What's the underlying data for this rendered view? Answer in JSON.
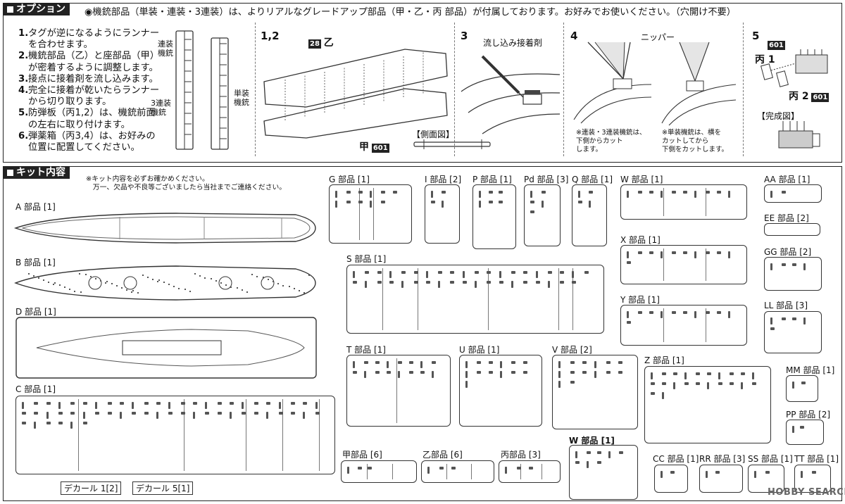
{
  "option": {
    "title": "オプション",
    "note": "◉機銃部品（単装・連装・3連装）は、よりリアルなグレードアップ部品（甲・乙・丙 部品）が付属しております。お好みでお使いください。（穴開け不要）",
    "steps": [
      {
        "n": "1.",
        "text": "タグが逆になるようにランナー"
      },
      {
        "n": "",
        "text": "を合わせます。"
      },
      {
        "n": "2.",
        "text": "機銃部品（乙）と座部品（甲）"
      },
      {
        "n": "",
        "text": "が密着するように調整します。"
      },
      {
        "n": "3.",
        "text": "接点に接着剤を流し込みます。"
      },
      {
        "n": "4.",
        "text": "完全に接着が乾いたらランナー"
      },
      {
        "n": "",
        "text": "から切り取ります。"
      },
      {
        "n": "5.",
        "text": "防弾板（丙1,2）は、機銃前面"
      },
      {
        "n": "",
        "text": "の左右に取り付けます。"
      },
      {
        "n": "6.",
        "text": "弾薬箱（丙3,4）は、お好みの"
      },
      {
        "n": "",
        "text": "位置に配置してください。"
      }
    ],
    "labels": {
      "rensou": "連装\n機銃",
      "sanrensou": "3連装\n機銃",
      "tansou": "単装\n機銃",
      "step12": "1,2",
      "code28": "28",
      "otsu": "乙",
      "kou": "甲",
      "code601": "601",
      "side_view": "【側面図】",
      "step3": "3",
      "glue": "流し込み接着剤",
      "step4": "4",
      "nipper": "ニッパー",
      "note4a": "※連装・3連装機銃は、\n下側からカット\nします。",
      "note4b": "※単装機銃は、横を\nカットしてから\n下側をカットします。",
      "step5": "5",
      "hei1": "丙 1",
      "hei2": "丙 2",
      "completed": "【完成図】"
    }
  },
  "kit": {
    "title": "キット内容",
    "note": "※キット内容を必ずお確かめください。\n　万一、欠品や不良等ございましたら当社までご連絡ください。",
    "parts": [
      {
        "id": "A",
        "label": "A 部品 [1]"
      },
      {
        "id": "B",
        "label": "B 部品 [1]"
      },
      {
        "id": "D",
        "label": "D 部品 [1]"
      },
      {
        "id": "C",
        "label": "C 部品 [1]"
      },
      {
        "id": "G",
        "label": "G 部品 [1]"
      },
      {
        "id": "I",
        "label": "I 部品 [2]"
      },
      {
        "id": "P",
        "label": "P 部品 [1]"
      },
      {
        "id": "Pd",
        "label": "Pd 部品 [3]"
      },
      {
        "id": "Q",
        "label": "Q 部品 [1]"
      },
      {
        "id": "W",
        "label": "W 部品 [1]"
      },
      {
        "id": "AA",
        "label": "AA 部品 [1]"
      },
      {
        "id": "EE",
        "label": "EE 部品 [2]"
      },
      {
        "id": "S",
        "label": "S 部品 [1]"
      },
      {
        "id": "X",
        "label": "X 部品 [1]"
      },
      {
        "id": "GG",
        "label": "GG 部品 [2]"
      },
      {
        "id": "Y",
        "label": "Y 部品 [1]"
      },
      {
        "id": "LL",
        "label": "LL 部品 [3]"
      },
      {
        "id": "T",
        "label": "T 部品 [1]"
      },
      {
        "id": "U",
        "label": "U 部品 [1]"
      },
      {
        "id": "V",
        "label": "V 部品 [2]"
      },
      {
        "id": "Z",
        "label": "Z 部品 [1]"
      },
      {
        "id": "MM",
        "label": "MM 部品 [1]"
      },
      {
        "id": "PP",
        "label": "PP 部品 [2]"
      },
      {
        "id": "kou",
        "label": "甲部品 [6]"
      },
      {
        "id": "otsu",
        "label": "乙部品 [6]"
      },
      {
        "id": "hei",
        "label": "丙部品 [3]"
      },
      {
        "id": "Wb",
        "label": "W 部品 [1]"
      },
      {
        "id": "CC",
        "label": "CC 部品 [1]"
      },
      {
        "id": "RR",
        "label": "RR 部品 [3]"
      },
      {
        "id": "SS",
        "label": "SS 部品 [1]"
      },
      {
        "id": "TT",
        "label": "TT 部品 [1]"
      }
    ],
    "decals": [
      "デカール 1[2]",
      "デカール 5[1]"
    ]
  },
  "watermark": "HOBBY SEARCH"
}
